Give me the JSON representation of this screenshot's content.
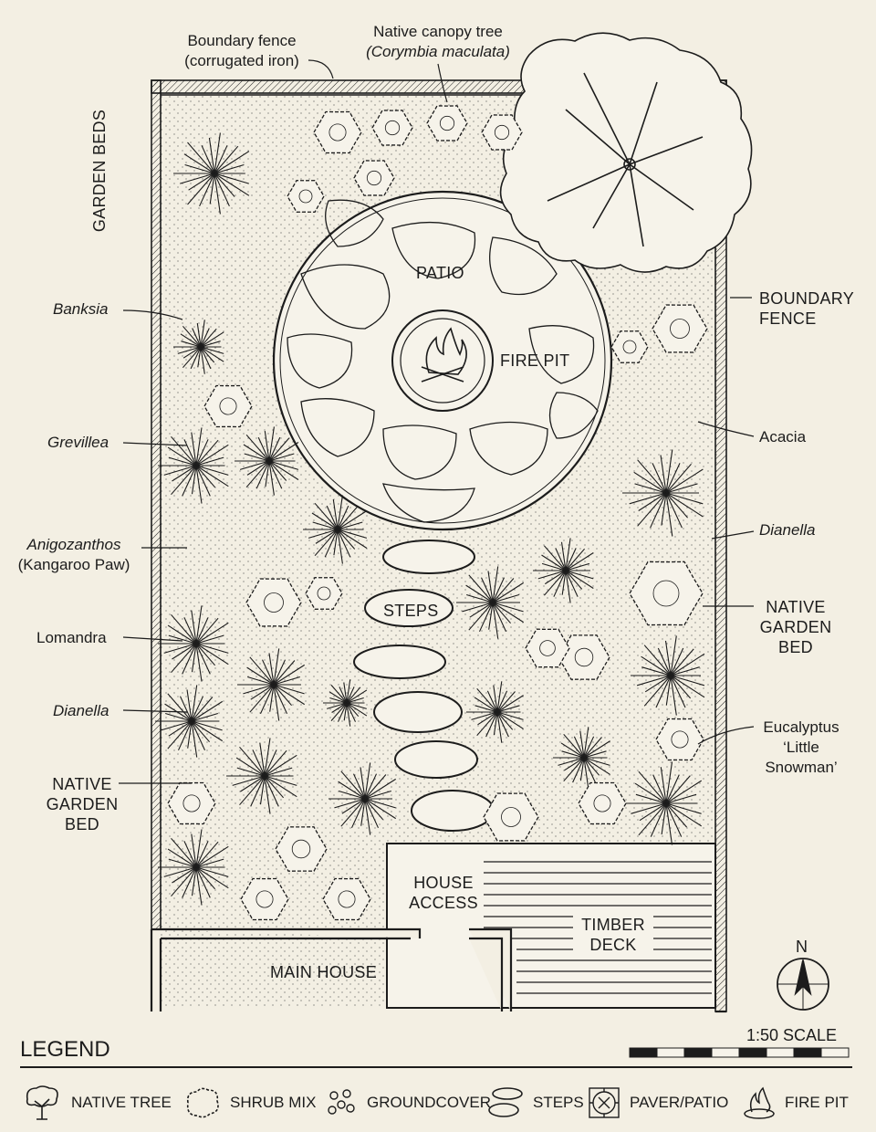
{
  "labels": {
    "boundary_fence_top": [
      "Boundary fence",
      "(corrugated iron)"
    ],
    "canopy_tree": [
      "Native canopy tree",
      "Corymbia maculata"
    ],
    "garden_beds": "GARDEN BEDS",
    "patio": "PATIO",
    "fire_pit": "FIRE PIT",
    "boundary_fence_right": [
      "BOUNDARY",
      "FENCE"
    ],
    "banksia": "Banksia",
    "grevillea": "Grevillea",
    "acacia": "Acacia",
    "anigozanthos": [
      "Anigozanthos",
      "(Kangaroo Paw)"
    ],
    "dianella_right": "Dianella",
    "native_garden_bed_right": [
      "NATIVE",
      "GARDEN",
      "BED"
    ],
    "steps": "STEPS",
    "lomandra": "Lomandra",
    "dianella_left": "Dianella",
    "eucalyptus": [
      "Eucalyptus",
      "‘Little",
      "Snowman’"
    ],
    "native_garden_bed_left": [
      "NATIVE",
      "GARDEN",
      "BED"
    ],
    "house_access": [
      "HOUSE",
      "ACCESS"
    ],
    "timber_deck": [
      "TIMBER",
      "DECK"
    ],
    "main_house": "MAIN HOUSE",
    "north": "N"
  },
  "legend": {
    "title": "LEGEND",
    "scale": "1:50 SCALE",
    "items": [
      {
        "icon": "native-tree-icon",
        "label": "NATIVE TREE"
      },
      {
        "icon": "shrub-mix-icon",
        "label": "SHRUB MIX"
      },
      {
        "icon": "groundcover-icon",
        "label": "GROUNDCOVER"
      },
      {
        "icon": "steps-icon",
        "label": "STEPS"
      },
      {
        "icon": "paver-patio-icon",
        "label": "PAVER/PATIO"
      },
      {
        "icon": "fire-pit-icon",
        "label": "FIRE PIT"
      }
    ]
  },
  "colors": {
    "ink": "#1c1c1c",
    "paper": "#f3efe3"
  }
}
